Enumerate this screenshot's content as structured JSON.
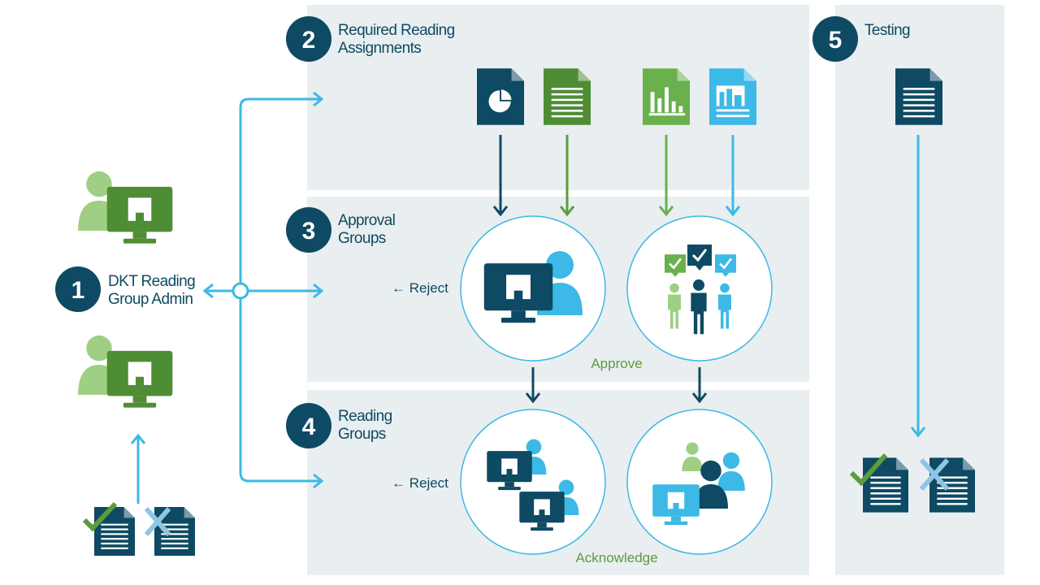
{
  "steps": [
    {
      "number": "1",
      "line1": "DKT Reading",
      "line2": "Group Admin"
    },
    {
      "number": "2",
      "line1": "Required Reading",
      "line2": "Assignments"
    },
    {
      "number": "3",
      "line1": "Approval",
      "line2": "Groups"
    },
    {
      "number": "4",
      "line1": "Reading",
      "line2": "Groups"
    },
    {
      "number": "5",
      "line1": "Testing",
      "line2": ""
    }
  ],
  "labels": {
    "reject": "← Reject",
    "approve": "Approve",
    "acknowledge": "Acknowledge"
  },
  "colors": {
    "navy": "#0e4a63",
    "green": "#5d9c3b",
    "lightGreen": "#6ab04c",
    "cyan": "#3cb9e6",
    "panel": "#e9eef1"
  }
}
